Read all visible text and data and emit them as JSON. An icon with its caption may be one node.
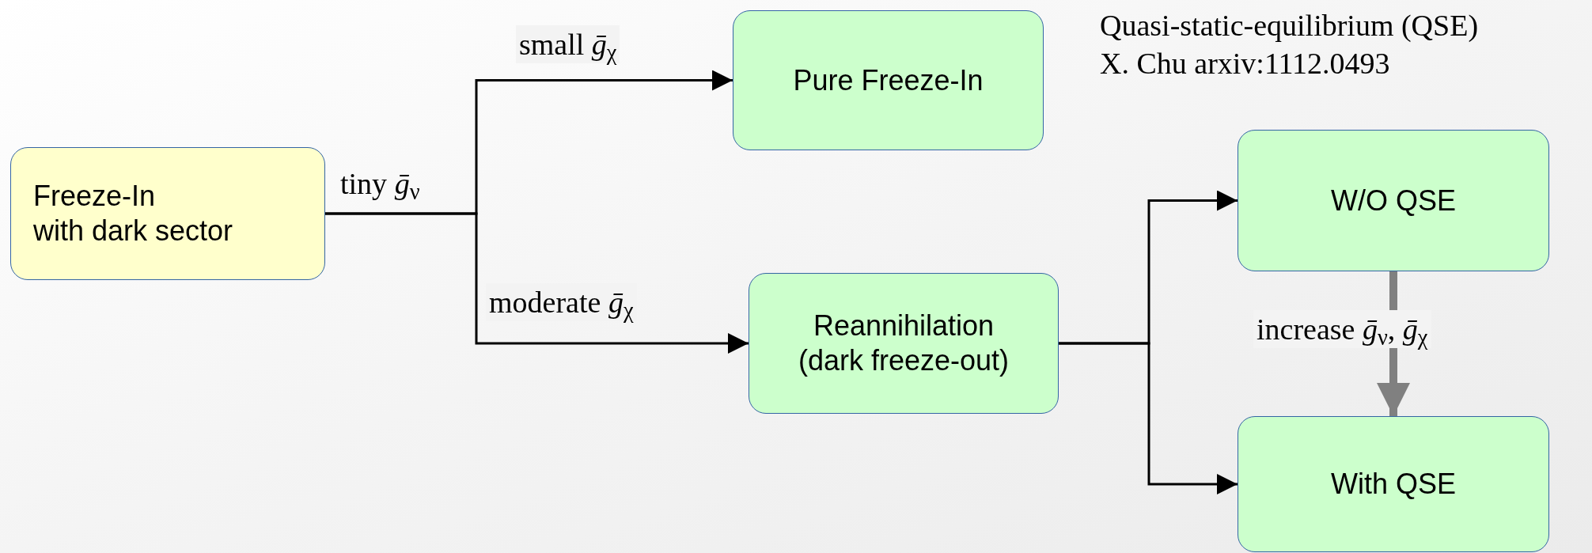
{
  "diagram": {
    "nodes": [
      {
        "text": [
          "Freeze-In with dark sector"
        ]
      },
      {
        "text": [
          "Pure Freeze-In"
        ]
      },
      {
        "text": [
          "Reannihilation (dark freeze-out)"
        ]
      },
      {
        "text": [
          "W/O QSE"
        ]
      },
      {
        "text": [
          "With QSE"
        ]
      }
    ],
    "edges": [
      {
        "from": 0,
        "to": 1,
        "arrow": "to",
        "label": "small *ḡ*$_{χ}$"
      },
      {
        "from": 0,
        "to": 2,
        "arrow": "to",
        "label": "moderate *ḡ*$_{χ}$"
      },
      {
        "from": 2,
        "to": 3,
        "arrow": "to"
      },
      {
        "from": 2,
        "to": 4,
        "arrow": "to"
      },
      {
        "from": 3,
        "to": 4,
        "arrow": "to",
        "label": "increase *ḡ*$_{ν}$, *ḡ*$_{χ}$",
        "style": "thick",
        "color": "#808080"
      }
    ],
    "labels": [
      "tiny *ḡ*$_{ν}$",
      "Quasi-static-equilibrium (QSE)",
      "X. Chu arxiv:1112.0493"
    ]
  }
}
